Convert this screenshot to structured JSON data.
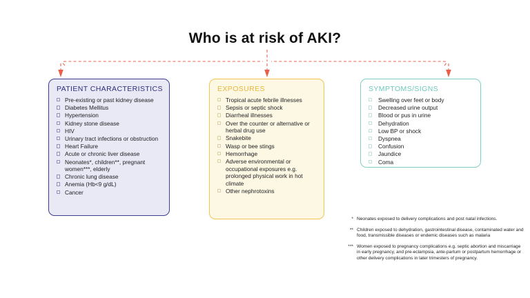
{
  "page": {
    "title": "Who is at risk of AKI?",
    "background": "#ffffff",
    "connector_color": "#e8604c"
  },
  "columns": [
    {
      "id": "patient-characteristics",
      "header": "PATIENT CHARACTERISTICS",
      "border_color": "#3c3c8f",
      "fill_color": "#e9e9f6",
      "header_color": "#2e2e7a",
      "items": [
        "Pre-existing or past kidney disease",
        "Diabetes Mellitus",
        "Hypertension",
        "Kidney stone disease",
        "HIV",
        "Urinary tract infections or obstruction",
        "Heart Failure",
        "Acute or chronic liver disease",
        "Neonates*, children**, pregnant women***, elderly",
        "Chronic lung disease",
        "Anemia (Hb<9 g/dL)",
        "Cancer"
      ]
    },
    {
      "id": "exposures",
      "header": "EXPOSURES",
      "border_color": "#f2c453",
      "fill_color": "#fdf8e4",
      "header_color": "#e8b63c",
      "items": [
        "Tropical acute febrile illnesses",
        "Sepsis or septic shock",
        "Diarrheal illnesses",
        "Over the counter or alternative or herbal drug use",
        "Snakebite",
        "Wasp or bee stings",
        "Hemorrhage",
        "Adverse environmental or occupational exposures e.g. prolonged physical work in hot climate",
        "Other nephrotoxins"
      ]
    },
    {
      "id": "symptoms-signs",
      "header": "SYMPTOMS/SIGNS",
      "border_color": "#7fcfc4",
      "fill_color": "#ffffff",
      "header_color": "#6ec8bc",
      "items": [
        "Swelling over feet or body",
        "Decreased urine output",
        "Blood or pus in urine",
        "Dehydration",
        "Low BP or shock",
        "Dyspnea",
        "Confusion",
        "Jaundice",
        "Coma"
      ]
    }
  ],
  "footnotes": [
    {
      "marker": "*",
      "text": "Neonates exposed to delivery complications and post natal infections."
    },
    {
      "marker": "**",
      "text": "Children exposed to dehydration, gastrointestinal disease, contaminated water and food, transmissible diseases or endemic diseases such as malaria"
    },
    {
      "marker": "***",
      "text": "Women exposed to pregnancy complications e.g. septic abortion and miscarriage in early pregnancy, and pre-eclampsia, ante-partum or postpartum hemorrhage or other delivery complications in later trimesters of pregnancy."
    }
  ]
}
